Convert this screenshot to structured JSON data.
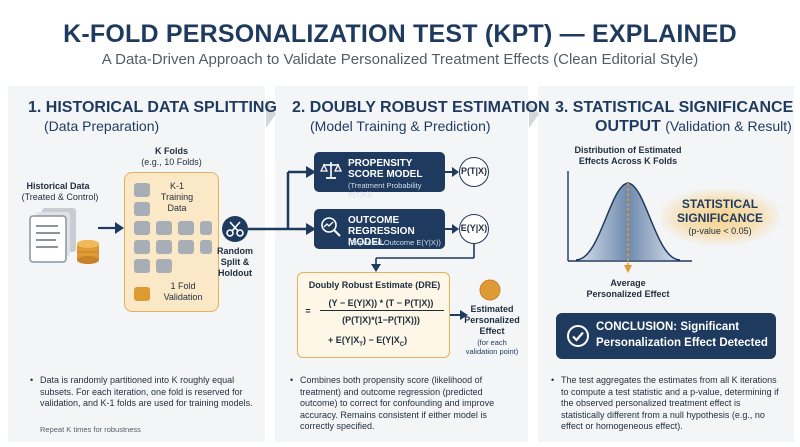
{
  "header": {
    "title": "K-FOLD PERSONALIZATION TEST (KPT) — EXPLAINED",
    "subtitle": "A Data-Driven Approach to Validate Personalized Treatment Effects (Clean Editorial Style)"
  },
  "colors": {
    "navy": "#1f3a5f",
    "orange": "#de9a33",
    "cream": "#fbe8c6",
    "panel": "#f4f5f7"
  },
  "section1": {
    "heading": "1. HISTORICAL DATA SPLITTING",
    "sub": "(Data Preparation)",
    "folds_label": "K Folds",
    "folds_sub": "(e.g., 10 Folds)",
    "hist_label": "Historical Data",
    "hist_sub": "(Treated & Control)",
    "training_label_1": "K-1",
    "training_label_2": "Training",
    "training_label_3": "Data",
    "validation_label_1": "1 Fold",
    "validation_label_2": "Validation",
    "split_label_1": "Random",
    "split_label_2": "Split &",
    "split_label_3": "Holdout",
    "bullet": "Data is randomly partitioned into K roughly equal subsets. For each iteration, one fold is reserved for validation, and K-1 folds are used for training models.",
    "footnote": "Repeat K times for robustness",
    "icons": [
      "document-stack-icon",
      "database-icon",
      "scissors-icon"
    ]
  },
  "section2": {
    "heading": "2. DOUBLY ROBUST ESTIMATION",
    "sub": "(Model Training & Prediction)",
    "propensity_title_1": "PROPENSITY",
    "propensity_title_2": "SCORE MODEL",
    "propensity_sub": "(Treatment Probability P(T|X))",
    "propensity_out": "P(T|X)",
    "outcome_title_1": "OUTCOME",
    "outcome_title_2": "REGRESSION MODEL",
    "outcome_sub": "(Expected Outcome E(Y|X))",
    "outcome_out": "E(Y|X)",
    "dre_title": "Doubly Robust Estimate (DRE)",
    "dre_eq": "=",
    "dre_num": "(Y − E(Y|X)) * (T − P(T|X))",
    "dre_den": "(P(T|X)*(1−P(T|X)))",
    "dre_tail": "+ E(Y|X",
    "dre_tail_sub1": "T",
    "dre_tail_mid": ") − E(Y|X",
    "dre_tail_sub2": "C",
    "dre_tail_end": ")",
    "est_label_1": "Estimated",
    "est_label_2": "Personalized",
    "est_label_3": "Effect",
    "est_sub_1": "(for each",
    "est_sub_2": "validation point)",
    "bullet": "Combines both propensity score (likelihood of treatment) and outcome regression (predicted outcome) to correct for confounding and improve accuracy. Remains consistent if either model is correctly specified.",
    "icons": [
      "scale-icon",
      "regression-magnifier-icon"
    ]
  },
  "section3": {
    "heading_1": "3. STATISTICAL SIGNIFICANCE",
    "heading_2": "OUTPUT",
    "heading_2_sub": "(Validation & Result)",
    "dist_title_1": "Distribution of Estimated",
    "dist_title_2": "Effects Across K Folds",
    "sig_1": "STATISTICAL",
    "sig_2": "SIGNIFICANCE",
    "sig_sub": "(p-value < 0.05)",
    "avg_1": "Average",
    "avg_2": "Personalized Effect",
    "conclusion_1": "CONCLUSION: Significant",
    "conclusion_2": "Personalization Effect Detected",
    "bullet": "The test aggregates the estimates from all K iterations to compute a test statistic and a p-value, determining if the observed personalized treatment effect is statistically different from a null hypothesis (e.g., no effect or homogeneous effect).",
    "icons": [
      "check-circle-icon"
    ]
  },
  "bullet_char": "•"
}
